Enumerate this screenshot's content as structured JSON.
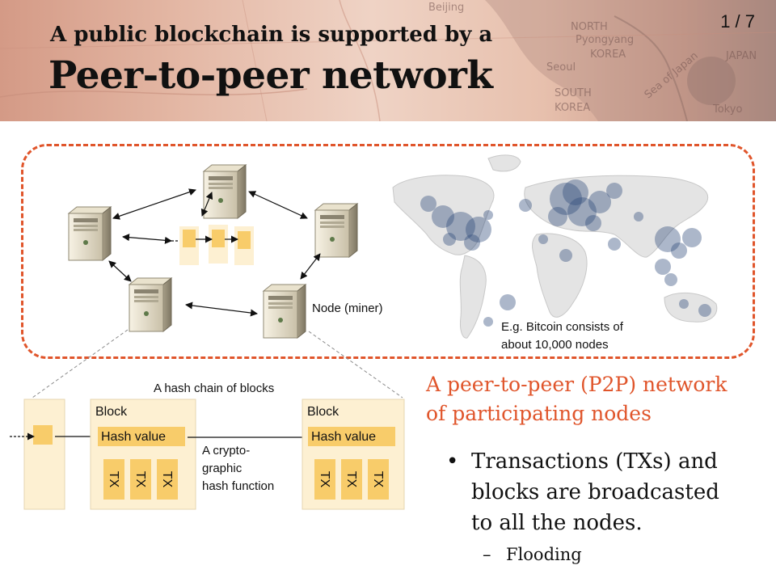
{
  "header": {
    "subtitle": "A public blockchain is supported by a",
    "title": "Peer-to-peer network",
    "page": "1 / 7",
    "map_labels": [
      "NORTH",
      "Pyongyang",
      "KOREA",
      "Seoul",
      "SOUTH",
      "KOREA",
      "JAPAN",
      "Beijing",
      "Tokyo",
      "Sea of Japan"
    ]
  },
  "network": {
    "node_label": "Node (miner)",
    "map_caption_line1": "E.g. Bitcoin consists of",
    "map_caption_line2": "about 10,000 nodes"
  },
  "chain": {
    "title": "A hash chain of blocks",
    "block1_label": "Block",
    "block1_hash": "Hash value",
    "block2_label": "Block",
    "block2_hash": "Hash value",
    "tx_label": "TX",
    "hash_fn_line1": "A crypto-",
    "hash_fn_line2": "graphic",
    "hash_fn_line3": "hash function"
  },
  "text": {
    "p2p_line1": "A peer-to-peer (P2P) network",
    "p2p_line2": "of participating nodes",
    "bullet_mark": "•",
    "bullet_line1": "Transactions (TXs) and",
    "bullet_line2": "blocks are broadcasted",
    "bullet_line3": "to all the nodes.",
    "sub_mark": "–",
    "sub_text": "Flooding"
  },
  "colors": {
    "accent": "#e0552b",
    "block_fill": "#fdf0d2",
    "hash_fill": "#f8cc6a",
    "map_dot": "#2f4a7a"
  },
  "icons": [
    "server-icon",
    "block-icon",
    "world-map-icon"
  ]
}
